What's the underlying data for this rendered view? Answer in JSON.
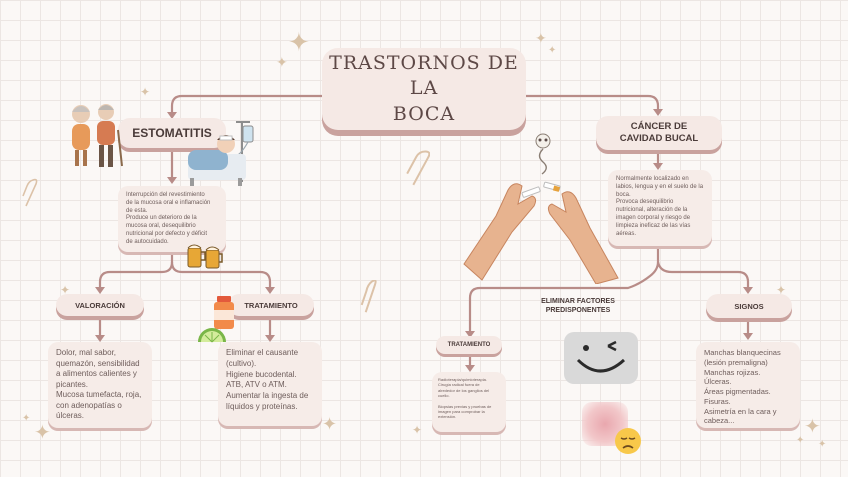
{
  "title": {
    "line1": "TRASTORNOS DE LA",
    "line2": "BOCA"
  },
  "estomatitis": {
    "label": "ESTOMATITIS",
    "description": [
      "Interrupción del revestimiento",
      "de la mucosa oral e inflamación",
      "de esta.",
      "Produce un deterioro de la",
      "mucosa oral, desequilibrio",
      "nutricional por defecto y déficit",
      "de autocuidado."
    ],
    "valoracion": {
      "label": "VALORACIÓN",
      "items": [
        "Dolor, mal sabor,",
        "quemazón, sensibilidad",
        "a alimentos calientes y",
        "picantes.",
        "Mucosa tumefacta, roja,",
        "con adenopatías o",
        "úlceras."
      ]
    },
    "tratamiento": {
      "label": "TRATAMIENTO",
      "items": [
        "Eliminar el causante",
        "(cultivo).",
        "Higiene bucodental.",
        "ATB, ATV o ATM.",
        "Aumentar la ingesta de",
        "líquidos y proteínas."
      ]
    }
  },
  "cancer": {
    "label_line1": "CÁNCER DE",
    "label_line2": "CAVIDAD BUCAL",
    "description": [
      "Normalmente localizado en",
      "labios, lengua y en el suelo de la",
      "boca.",
      "Provoca desequilibrio",
      "nutricional, alteración de la",
      "imagen corporal y riesgo de",
      "limpieza ineficaz de las vías",
      "aéreas."
    ],
    "eliminar": {
      "line1": "ELIMINAR FACTORES",
      "line2": "PREDISPONENTES"
    },
    "tratamiento": {
      "label": "TRATAMIENTO",
      "items": [
        "Radioterapia/quimioterapia.",
        "Cirugía radical fuera de",
        "alrededor de los ganglios del",
        "cuello.",
        "",
        "Biopsias previas y pruebas de",
        "imagen para comprobar la",
        "extensión."
      ]
    },
    "signos": {
      "label": "SIGNOS",
      "items": [
        "Manchas blanquecinas",
        "(lesión premaligna)",
        "Manchas rojizas.",
        "Úlceras.",
        "Áreas pigmentadas.",
        "Fisuras.",
        "Asimetría en la cara y",
        "cabeza..."
      ]
    }
  },
  "icons": [
    "elderly-couple-icon",
    "sick-patient-icon",
    "beer-mugs-icon",
    "medicine-bottle-icon",
    "lime-icon",
    "broken-cigarette-hands-icon",
    "skull-smoke-icon",
    "smiley-face-icon",
    "sad-emoji-icon",
    "paperclip-icon",
    "sparkle-icon"
  ],
  "colors": {
    "node_bg": "#f5e9e5",
    "shadow": "#c9a29e",
    "line": "#b88c88",
    "grid": "#ece6e3"
  }
}
